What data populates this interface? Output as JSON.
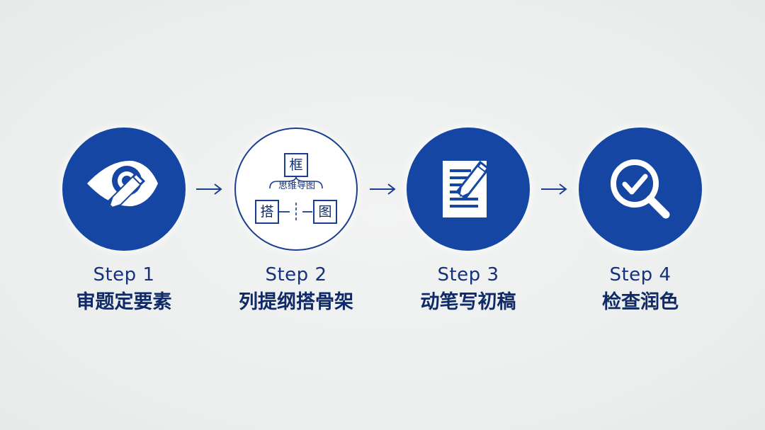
{
  "colors": {
    "background": "#eef0f0",
    "primary_blue": "#1546a3",
    "text_dark": "#0f2a66",
    "white": "#ffffff"
  },
  "steps": [
    {
      "number": "Step 1",
      "title": "审题定要素",
      "icon": "eye-pencil-icon"
    },
    {
      "number": "Step 2",
      "title": "列提纲搭骨架",
      "icon": "mind-map-icon",
      "mindmap": {
        "top": "框",
        "center": "思维导图",
        "left": "搭",
        "right": "图"
      }
    },
    {
      "number": "Step 3",
      "title": "动笔写初稿",
      "icon": "document-pencil-icon"
    },
    {
      "number": "Step 4",
      "title": "检查润色",
      "icon": "magnifier-check-icon"
    }
  ],
  "connectors": [
    "arrow-right-icon",
    "arrow-right-icon",
    "arrow-right-icon"
  ]
}
